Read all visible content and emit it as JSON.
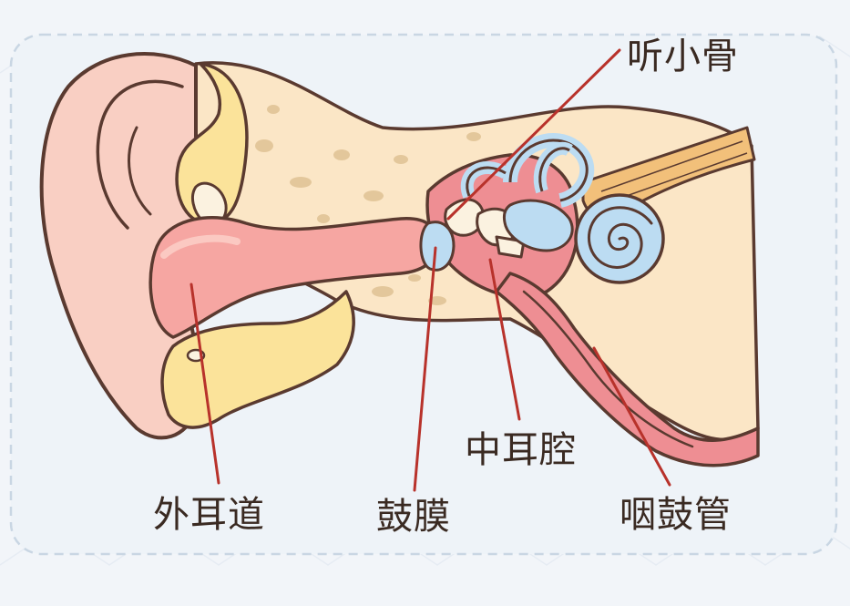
{
  "labels": {
    "ossicles": "听小骨",
    "ear_canal": "外耳道",
    "eardrum": "鼓膜",
    "middle_ear": "中耳腔",
    "eustachian_tube": "咽鼓管"
  },
  "colors": {
    "background": "#f2f5f9",
    "frame": "#c9d6e3",
    "skin": "#f9cfc3",
    "canal": "#f6a6a2",
    "cartilage": "#fbe39a",
    "bone": "#fbe6c6",
    "bone_spots": "#e3c79b",
    "middle_ear": "#ee8e93",
    "inner_ear": "#bcdcf2",
    "nerve": "#f2c07a",
    "outline": "#5a3a30",
    "pointer": "#b8322b",
    "text": "#3a2a22"
  }
}
